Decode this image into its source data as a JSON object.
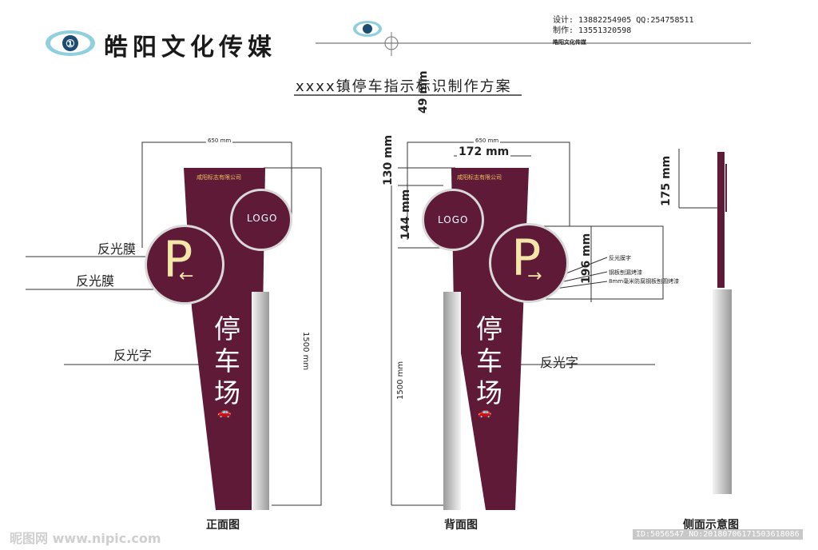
{
  "header": {
    "brand": "皓阳文化传媒",
    "contact": {
      "design_line": "设计: 13882254905  QQ:254758511",
      "make_line": "制作: 13551320598",
      "small_brand": "皓阳文化传媒"
    },
    "title": "xxxx镇停车指示标识制作方案"
  },
  "front_view": {
    "label": "正面图",
    "top_text": "咸阳标志有限公司",
    "logo": "LOGO",
    "p": "P",
    "arrow": "←",
    "chars": [
      "停",
      "车",
      "场"
    ],
    "width_dim": "650 mm",
    "height_dim": "1500 mm",
    "callouts": [
      "反光膜",
      "反光膜",
      "反光字"
    ]
  },
  "back_view": {
    "label": "背面图",
    "top_text": "咸阳标志有限公司",
    "logo": "LOGO",
    "p": "P",
    "arrow": "→",
    "chars": [
      "停",
      "车",
      "场"
    ],
    "width_dim": "650 mm",
    "dim_172": "172 mm",
    "dim_49": "49 mm",
    "dim_130": "130 mm",
    "dim_144": "144 mm",
    "dim_196": "196 mm",
    "height_dim": "1500 mm",
    "callout_right": "反光字",
    "notes": [
      "反光膜字",
      "钢板刨漏烤漆",
      "8mm毫米防腐钢板刨圆烤漆"
    ]
  },
  "side_view": {
    "label": "侧面示意图",
    "dim_175": "175 mm"
  },
  "footer": {
    "watermark": "昵图网 www.nipic.com",
    "id": "ID:5056547 NO:20180706171503618086"
  },
  "colors": {
    "sign": "#5e1a36",
    "pole_light": "#f4f4f4",
    "pole_dark": "#9a9a9a",
    "p_color": "#f2e6a8"
  }
}
